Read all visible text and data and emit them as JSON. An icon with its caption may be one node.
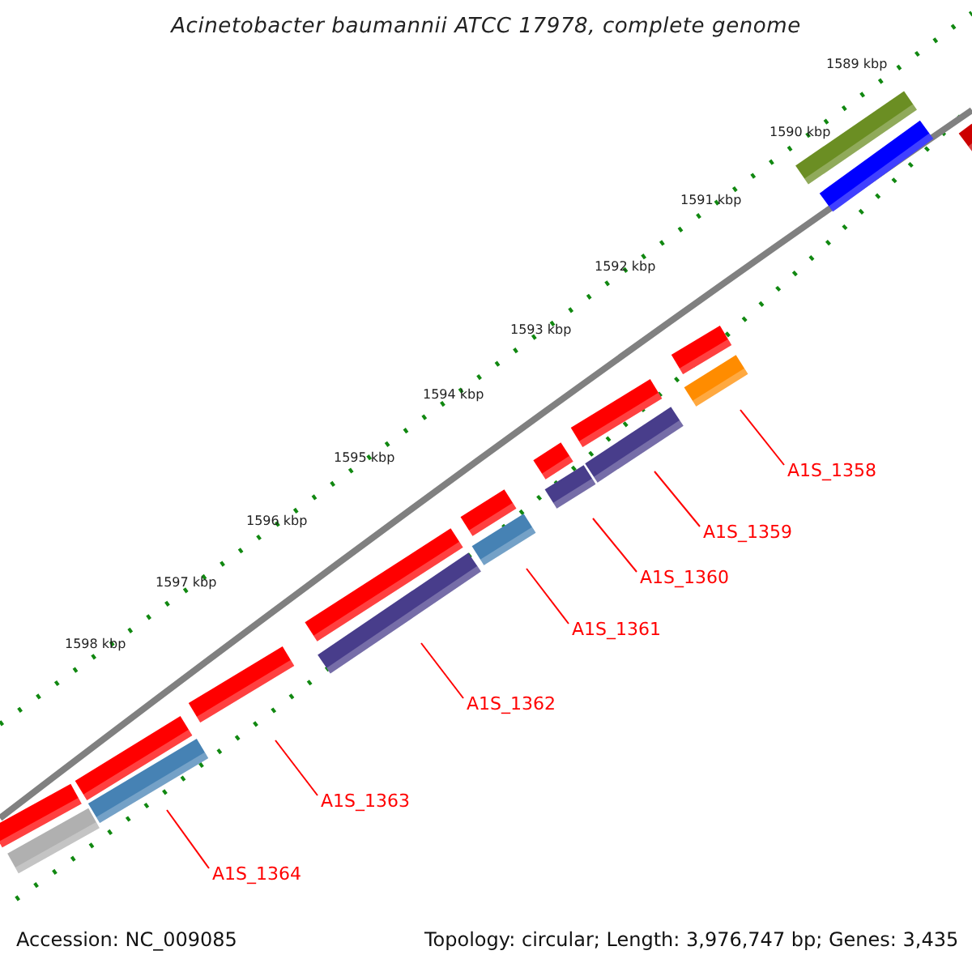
{
  "diagram": {
    "title": "Acinetobacter baumannii ATCC 17978, complete genome",
    "nodes": [
      {
        "text": [
          "A1S_1358"
        ]
      },
      {
        "text": [
          "A1S_1359"
        ]
      },
      {
        "text": [
          "A1S_1360"
        ]
      },
      {
        "text": [
          "A1S_1361"
        ]
      },
      {
        "text": [
          "A1S_1362"
        ]
      },
      {
        "text": [
          "A1S_1363"
        ]
      },
      {
        "text": [
          "A1S_1364"
        ]
      }
    ],
    "edges": [
      {
        "from": 0,
        "to": null,
        "arrow": "none"
      },
      {
        "from": 1,
        "to": null,
        "arrow": "none"
      },
      {
        "from": 2,
        "to": null,
        "arrow": "none"
      },
      {
        "from": 3,
        "to": null,
        "arrow": "none"
      },
      {
        "from": 4,
        "to": null,
        "arrow": "none"
      },
      {
        "from": 5,
        "to": null,
        "arrow": "none"
      },
      {
        "from": 6,
        "to": null,
        "arrow": "none"
      }
    ],
    "labels": [
      "1589 kbp",
      "1590 kbp",
      "1591 kbp",
      "1592 kbp",
      "1593 kbp",
      "1594 kbp",
      "1595 kbp",
      "1596 kbp",
      "1597 kbp",
      "1598 kbp",
      "Accession: NC_009085",
      "Topology: circular; Length: 3,976,747 bp; Genes: 3,435"
    ]
  }
}
